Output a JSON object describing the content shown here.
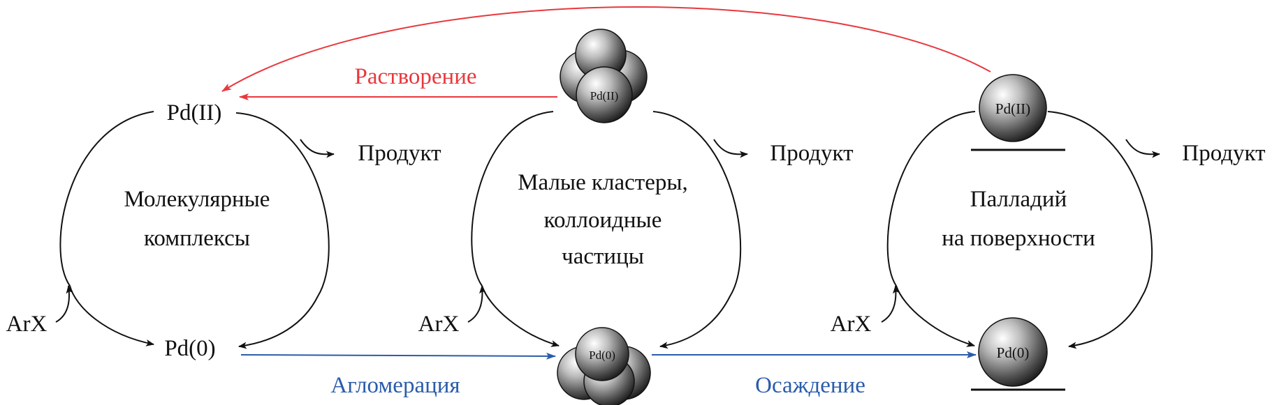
{
  "colors": {
    "black": "#111111",
    "red": "#e8383d",
    "blue": "#2a5caa"
  },
  "cycle_left": {
    "top": "Pd(II)",
    "bottom": "Pd(0)",
    "center_line1": "Молекулярные",
    "center_line2": "комплексы",
    "reactant": "ArX",
    "product": "Продукт"
  },
  "cycle_middle": {
    "top": "Pd(II)",
    "bottom": "Pd(0)",
    "center_line1": "Малые кластеры,",
    "center_line2": "коллоидные",
    "center_line3": "частицы",
    "reactant": "ArX",
    "product": "Продукт"
  },
  "cycle_right": {
    "top": "Pd(II)",
    "bottom": "Pd(0)",
    "center_line1": "Палладий",
    "center_line2": "на поверхности",
    "reactant": "ArX",
    "product": "Продукт"
  },
  "transitions": {
    "dissolution": "Растворение",
    "agglomeration": "Агломерация",
    "deposition": "Осаждение"
  }
}
